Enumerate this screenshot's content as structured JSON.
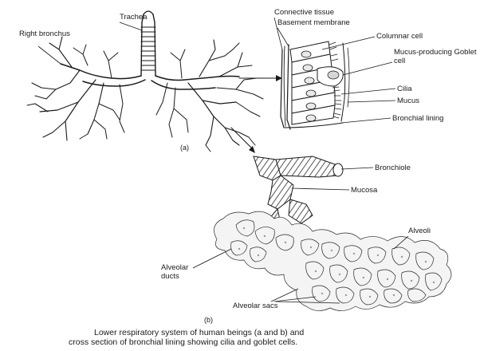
{
  "figure": {
    "part_a_labels": {
      "trachea": "Trachea",
      "right_bronchus": "Right bronchus"
    },
    "part_b_labels": {
      "connective_tissue": "Connective tissue",
      "basement_membrane": "Basement membrane",
      "columnar_cell": "Columnar cell",
      "mucus_cell": "Mucus-producing Goblet cell",
      "cilia": "Cilia",
      "mucus": "Mucus",
      "bronchial_lining": "Bronchial lining"
    },
    "part_c_labels": {
      "bronchiole": "Bronchiole",
      "mucosa": "Mucosa",
      "alveoli": "Alveoli",
      "alveolar_ducts": "Alveolar ducts",
      "alveolar_sacs": "Alveolar sacs"
    },
    "part_markers": {
      "a": "(a)",
      "b": "(b)"
    },
    "caption": {
      "line1": "Lower respiratory system of human beings (a and b) and",
      "line2": "cross section of bronchial lining showing cilia and goblet cells."
    }
  }
}
